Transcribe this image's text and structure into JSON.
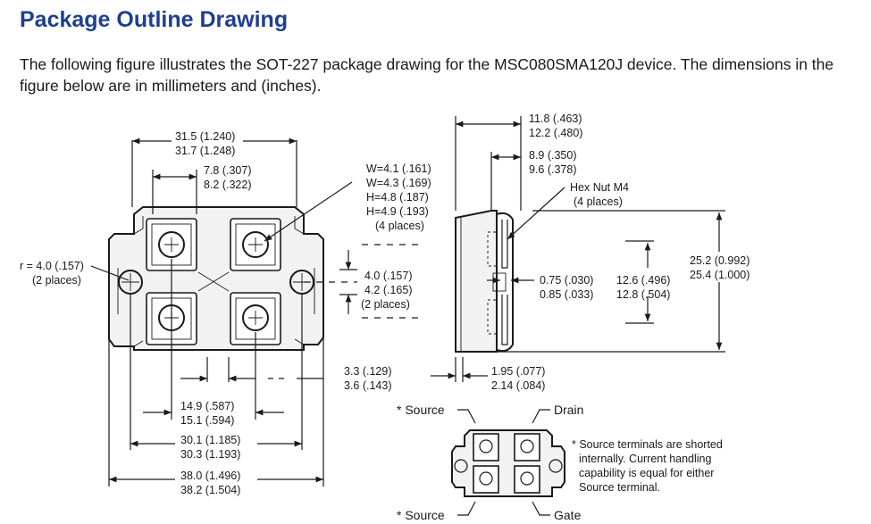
{
  "heading": "Package Outline Drawing",
  "intro": "The following figure illustrates the SOT-227 package drawing for the MSC080SMA120J device. The dimensions in the figure below are in millimeters and (inches).",
  "top_view": {
    "overall_width_a": "31.5 (1.240)",
    "overall_width_b": "31.7 (1.248)",
    "pitch_a": "7.8 (.307)",
    "pitch_b": "8.2 (.322)",
    "radius_a": "r = 4.0 (.157)",
    "radius_b": "(2 places)",
    "terminal_w1": "W=4.1 (.161)",
    "terminal_w2": "W=4.3 (.169)",
    "terminal_h1": "H=4.8 (.187)",
    "terminal_h2": "H=4.9 (.193)",
    "terminal_places": "(4 places)",
    "hole_a": "4.0 (.157)",
    "hole_b": "4.2 (.165)",
    "hole_places": "(2 places)",
    "edge_a": "3.3 (.129)",
    "edge_b": "3.6 (.143)",
    "span1_a": "14.9 (.587)",
    "span1_b": "15.1 (.594)",
    "span2_a": "30.1 (1.185)",
    "span2_b": "30.3 (1.193)",
    "span3_a": "38.0 (1.496)",
    "span3_b": "38.2 (1.504)"
  },
  "side_view": {
    "height_a": "11.8 (.463)",
    "height_b": "12.2 (.480)",
    "nut_depth_a": "8.9 (.350)",
    "nut_depth_b": "9.6 (.378)",
    "hex_nut_a": "Hex Nut M4",
    "hex_nut_b": "(4 places)",
    "thick_a": "0.75 (.030)",
    "thick_b": "0.85 (.033)",
    "inner_a": "12.6 (.496)",
    "inner_b": "12.8 (.504)",
    "outer_a": "25.2 (0.992)",
    "outer_b": "25.4 (1.000)",
    "base_a": "1.95 (.077)",
    "base_b": "2.14 (.084)"
  },
  "pinout": {
    "source_top": "* Source",
    "drain": "Drain",
    "source_bottom": "* Source",
    "gate": "Gate",
    "note_1": "* Source terminals are shorted",
    "note_2": "internally. Current handling",
    "note_3": "capability is equal for either",
    "note_4": "Source terminal."
  }
}
